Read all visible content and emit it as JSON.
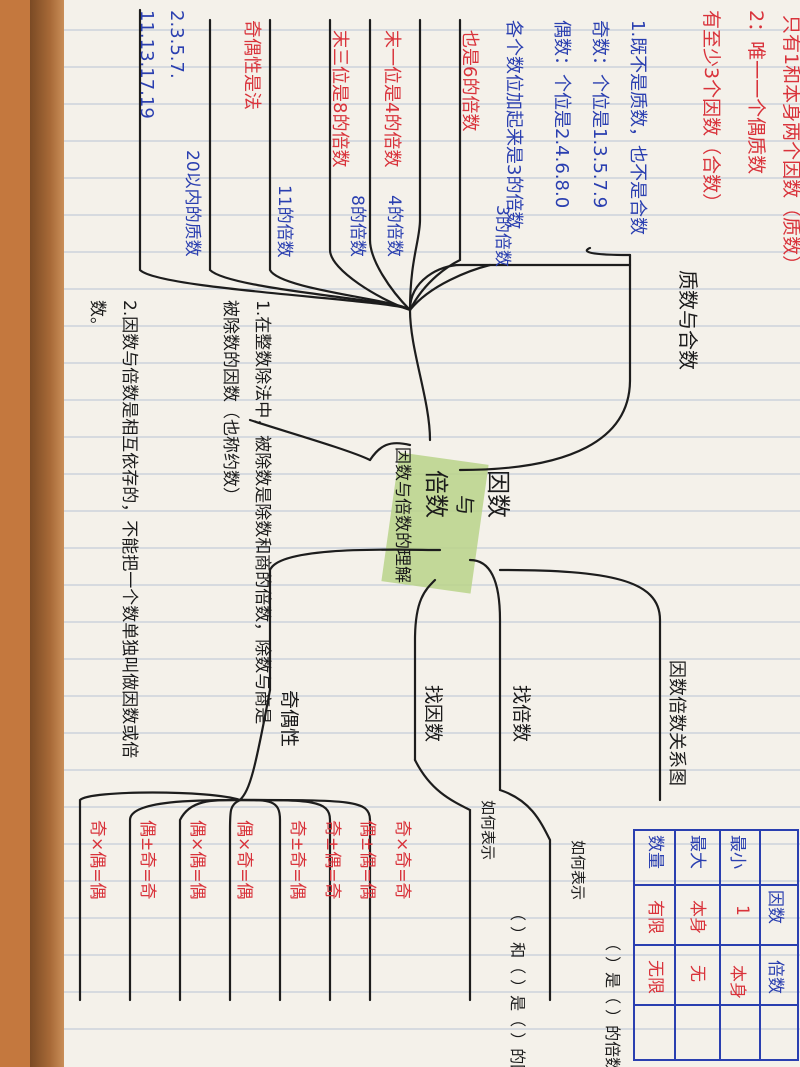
{
  "center": {
    "title_line1": "因数",
    "title_line2": "与",
    "title_line3": "倍数",
    "highlight_color": "#b8d48a"
  },
  "branch_primes": {
    "label": "质数与合数",
    "items": [
      "只有1和本身两个因数（质数）",
      "2：唯一一个偶质数",
      "有至少3个因数（合数）",
      "1.既不是质数，也不是合数",
      "奇数：个位是1.3.5.7.9",
      "偶数：个位是2.4.6.8.0",
      "各个数位加起来是3的倍数",
      "也是6的倍数",
      "末一位是4的倍数",
      "末三位是8的倍数",
      "奇偶性是法",
      "2.3.5.7.",
      "11.13.17.19"
    ],
    "tags": [
      "3的倍数",
      "4的倍数",
      "8的倍数",
      "11的倍数",
      "20以内的质数"
    ]
  },
  "branch_understanding": {
    "label": "因数与倍数的理解",
    "note1": "1.在整数除法中，被除数是除数和商的倍数，除数与商是被除数的因数（也称约数）",
    "note2": "2.因数与倍数是相互依存的，不能把一个数单独叫做因数或倍数。"
  },
  "branch_parity": {
    "label": "奇偶性",
    "rules": [
      "奇×奇=奇",
      "偶±偶=偶",
      "奇±偶=奇",
      "奇±奇=偶",
      "偶×奇=偶",
      "偶×偶=偶",
      "偶±奇=奇",
      "奇×偶=偶"
    ]
  },
  "branch_factors": {
    "label": "找因数",
    "how": "如何表示",
    "expr": "（ ）和（ ）是（ ）的因数"
  },
  "branch_multiples": {
    "label": "找倍数",
    "how": "如何表示",
    "expr": "（ ）是（ ）的倍数"
  },
  "branch_relation": {
    "label": "因数倍数关系图"
  },
  "table": {
    "headers": [
      "因数",
      "倍数"
    ],
    "rows": [
      {
        "label": "最小",
        "factor": "1",
        "multiple": "本身"
      },
      {
        "label": "最大",
        "factor": "本身",
        "multiple": "无"
      },
      {
        "label": "数量",
        "factor": "有限",
        "multiple": "无限"
      }
    ]
  }
}
